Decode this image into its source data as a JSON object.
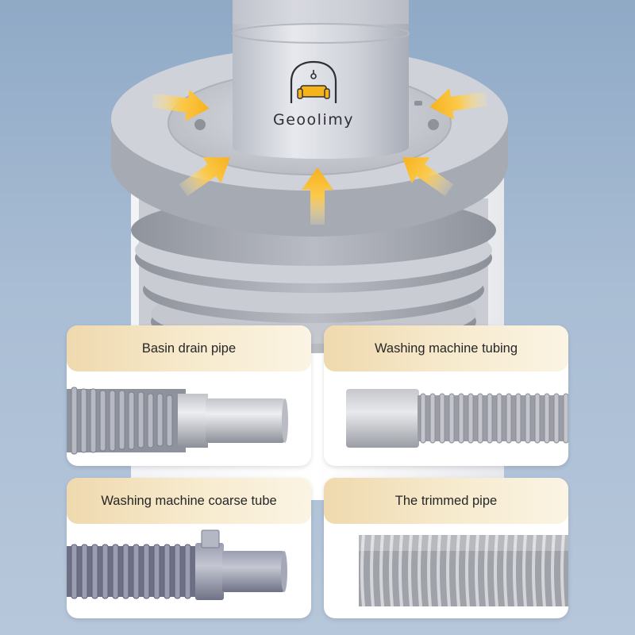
{
  "brand": {
    "name": "Geoolimy",
    "logo_icon": "robot-sofa-logo-icon"
  },
  "product": {
    "arrow_color": "#f7b21d",
    "arrow_icon": "inflow-arrow-icon"
  },
  "pipe_types": [
    {
      "label": "Basin drain pipe"
    },
    {
      "label": "Washing machine tubing"
    },
    {
      "label": "Washing machine coarse tube"
    },
    {
      "label": "The trimmed pipe"
    }
  ],
  "colors": {
    "background": "#9fb6cf",
    "label_bar": "#f3e3c0",
    "arrow": "#f7b21d"
  }
}
